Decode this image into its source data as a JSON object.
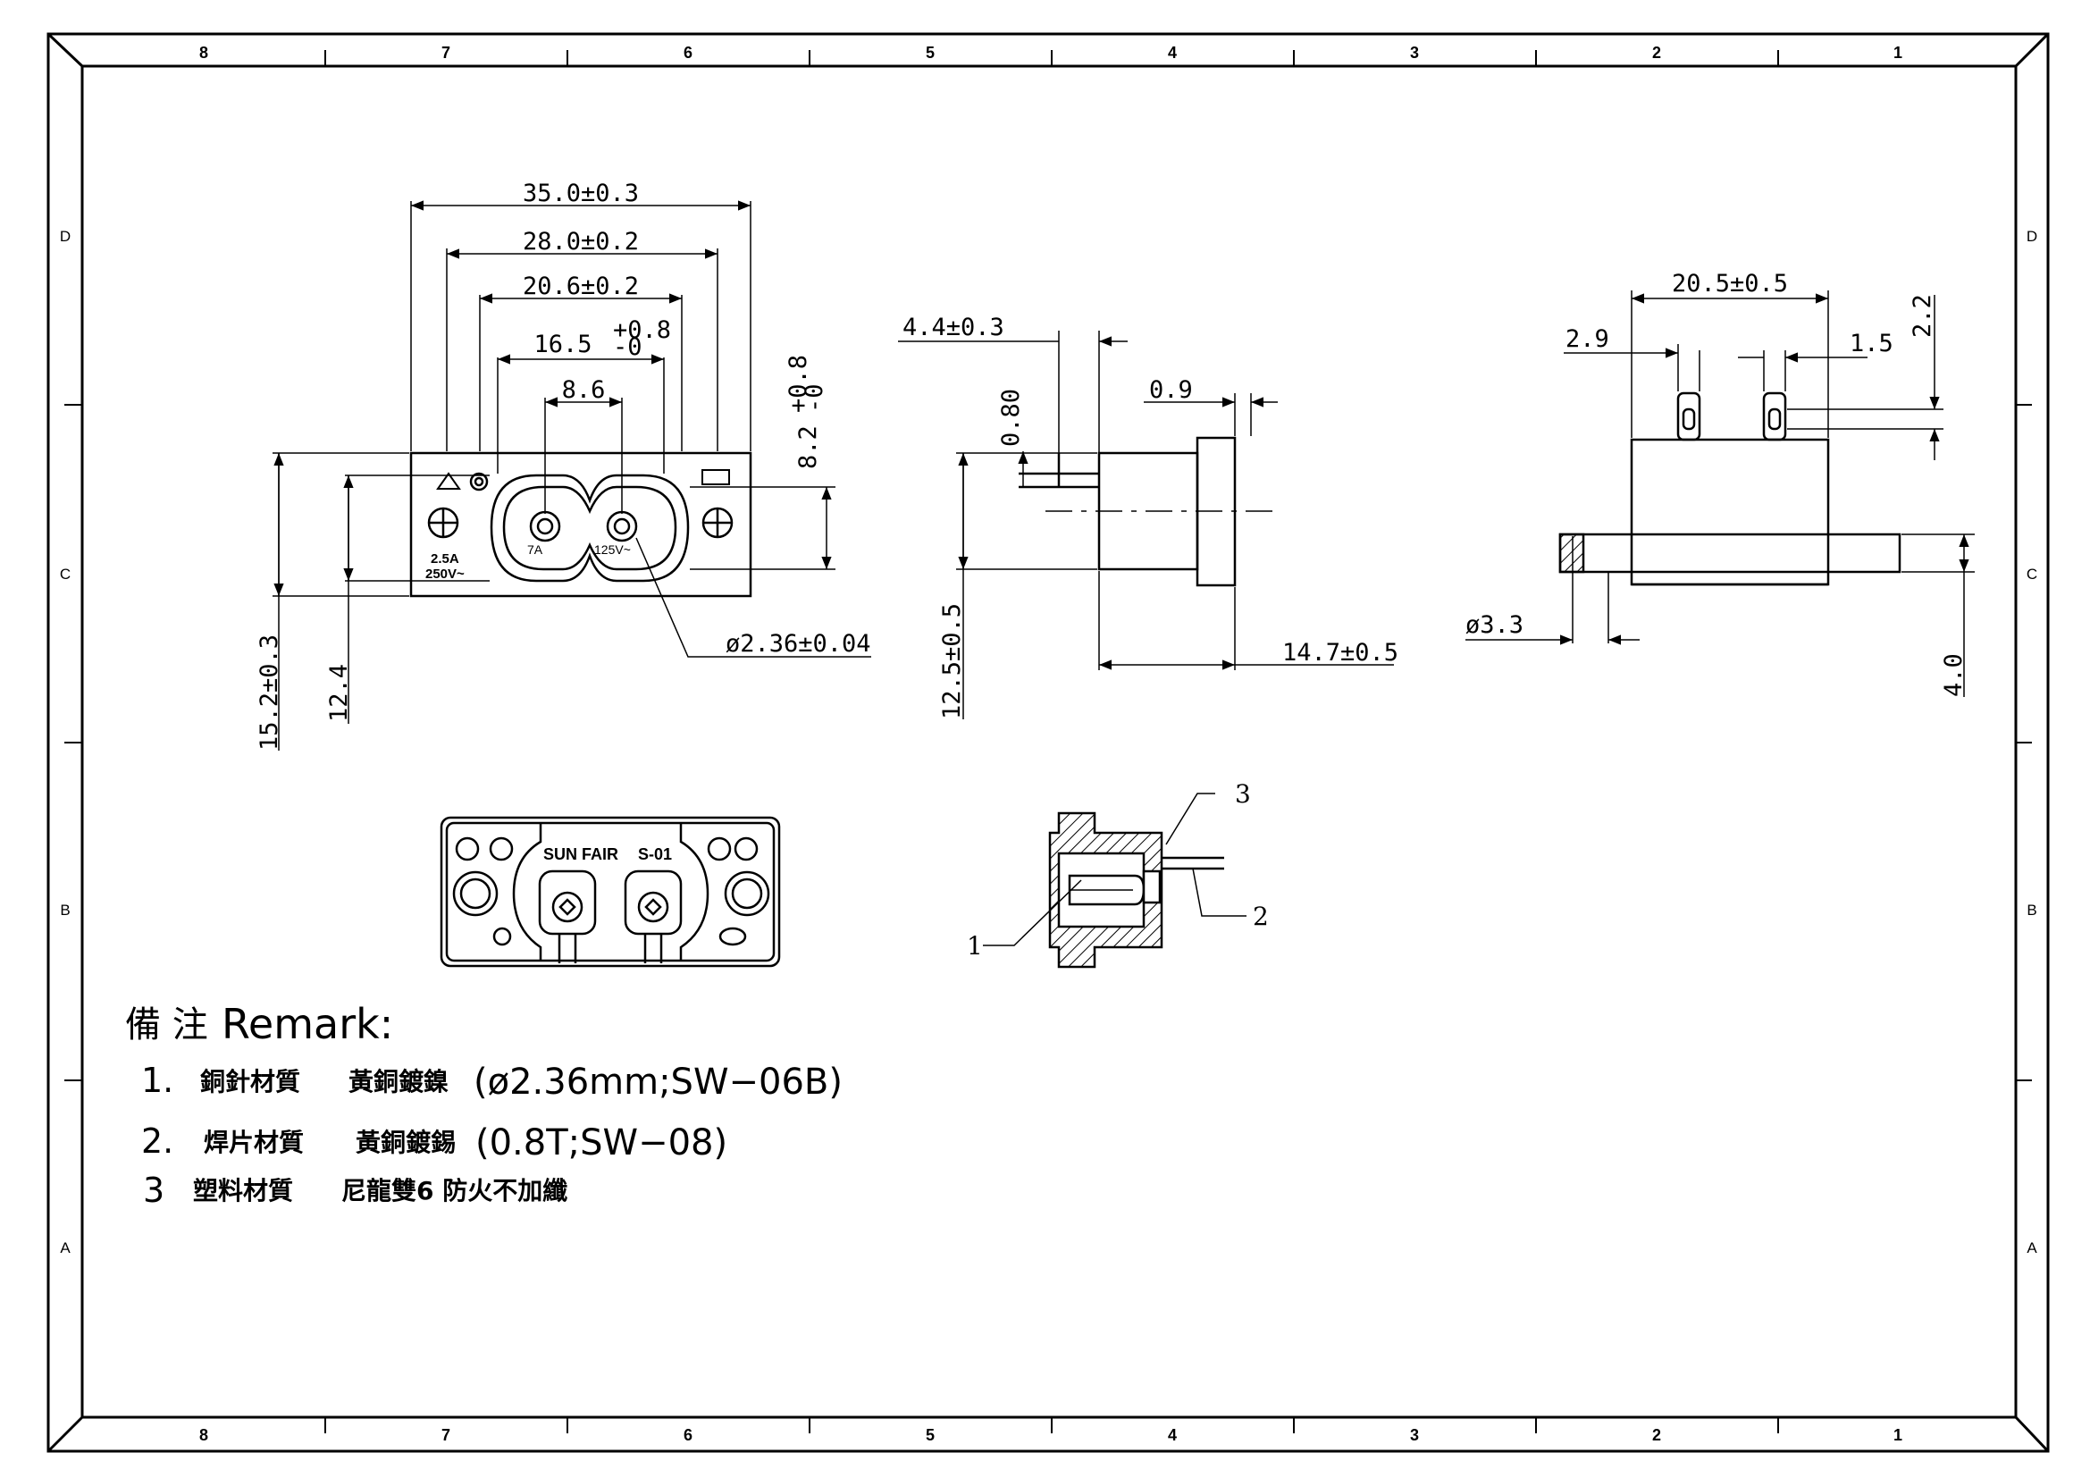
{
  "border": {
    "columns": [
      "8",
      "7",
      "6",
      "5",
      "4",
      "3",
      "2",
      "1"
    ],
    "rows": [
      "D",
      "C",
      "B",
      "A"
    ]
  },
  "front_view": {
    "dims": {
      "overall_width": "35.0±0.3",
      "flange_width": "28.0±0.2",
      "body_width": "20.6±0.2",
      "socket_width": "16.5",
      "socket_tol_plus": "+0.8",
      "socket_tol_minus": "-0",
      "pin_pitch": "8.6",
      "overall_height": "15.2±0.3",
      "body_height": "12.4",
      "socket_height": "8.2",
      "socket_height_tol_plus": "+0.8",
      "socket_height_tol_minus": "-0",
      "pin_diameter": "ø2.36±0.04"
    },
    "markings": {
      "rating_current": "2.5A",
      "rating_voltage": "250V~",
      "pin_left": "7A",
      "pin_right": "125V~"
    }
  },
  "side_view": {
    "dims": {
      "pin_offset": "4.4±0.3",
      "terminal_thickness": "0.80",
      "flange_thickness": "0.9",
      "height": "12.5±0.5",
      "depth": "14.7±0.5"
    }
  },
  "top_view": {
    "dims": {
      "width": "20.5±0.5",
      "left_offset": "2.9",
      "right_offset": "1.5",
      "tab_height": "2.2",
      "hole_diameter": "ø3.3",
      "flange_height": "4.0"
    }
  },
  "rear_view": {
    "labels": {
      "brand": "SUN FAIR",
      "model": "S-01"
    }
  },
  "section_view": {
    "callouts": [
      "1",
      "2",
      "3"
    ]
  },
  "remarks": {
    "heading_cn": "備  注",
    "heading_en": "Remark:",
    "items": [
      {
        "num": "1.",
        "label": "銅針材質",
        "material": "黃銅鍍鎳",
        "spec": "(ø2.36mm;SW−06B)"
      },
      {
        "num": "2.",
        "label": "焊片材質",
        "material": "黃銅鍍錫",
        "spec": "(0.8T;SW−08)"
      },
      {
        "num": "3",
        "label": "塑料材質",
        "material": "尼龍雙6 防火不加纖",
        "spec": ""
      }
    ]
  }
}
